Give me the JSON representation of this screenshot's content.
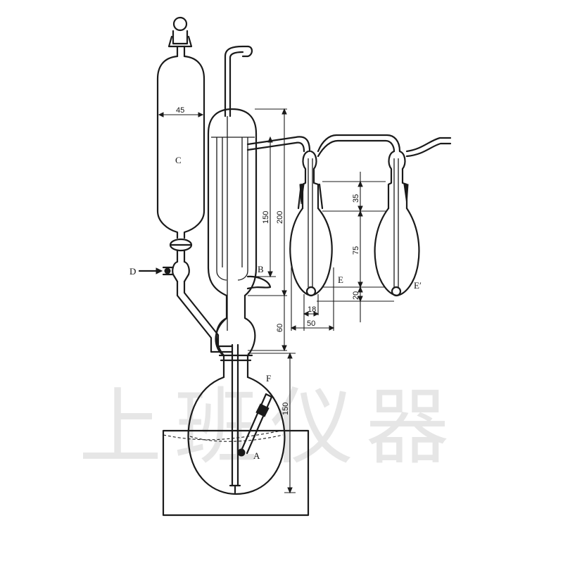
{
  "watermark": "上班仪器",
  "labels": {
    "A": "A",
    "B": "B",
    "C": "C",
    "D": "D",
    "E": "E",
    "E_prime": "E′",
    "F": "F"
  },
  "dimensions": {
    "reservoir_width": "45",
    "condenser_inner": "150",
    "condenser_outer": "200",
    "neck_height": "60",
    "flask_height": "150",
    "absorber_top": "35",
    "absorber_body": "75",
    "absorber_tip": "20",
    "absorber_tip_width": "18",
    "absorber_width": "50"
  }
}
